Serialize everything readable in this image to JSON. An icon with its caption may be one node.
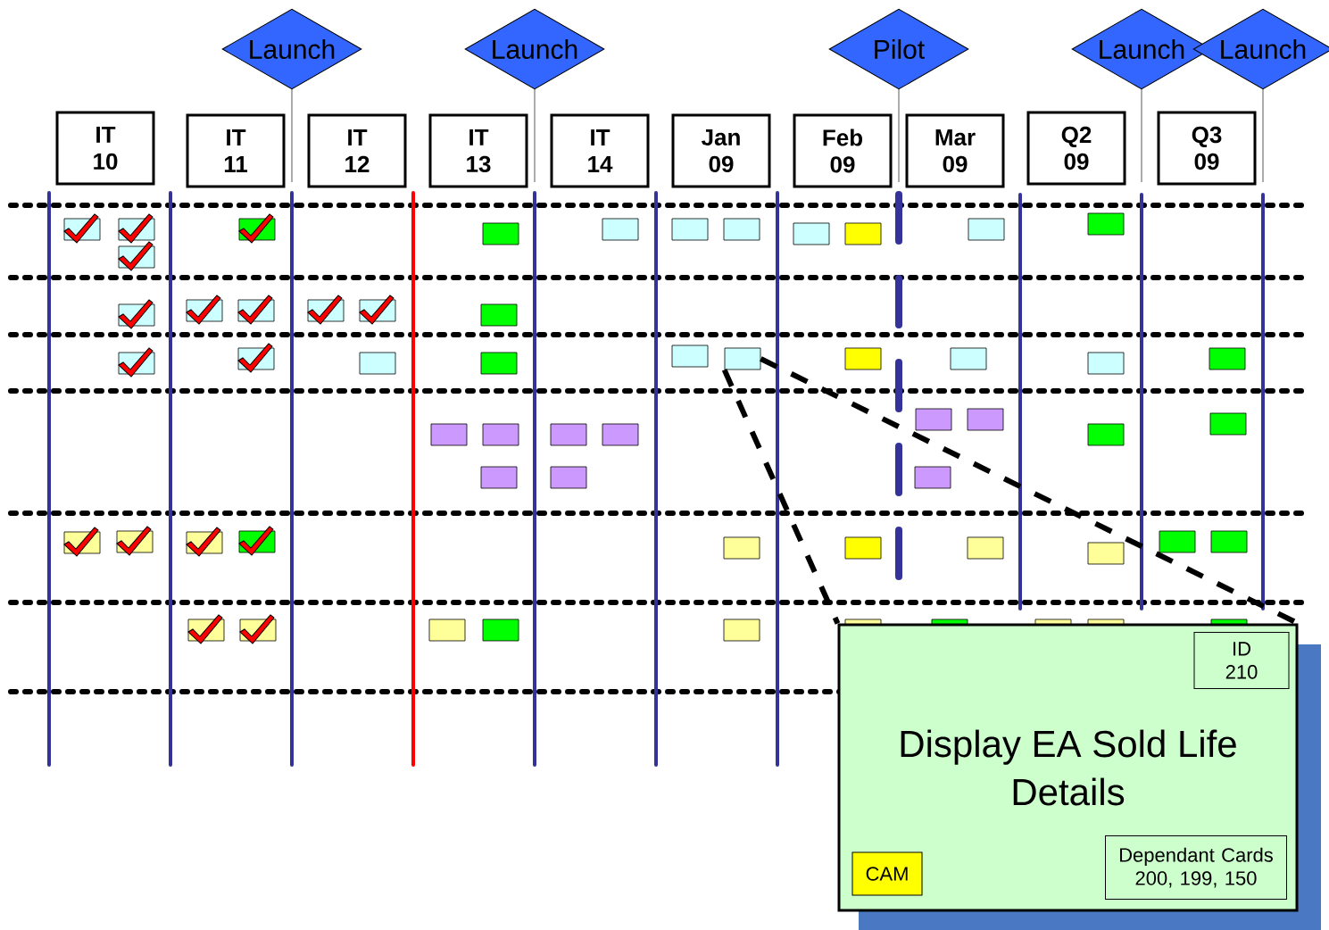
{
  "diagram": {
    "nodes": [
      {
        "text": [
          "Launch"
        ]
      },
      {
        "text": [
          "Launch"
        ]
      },
      {
        "text": [
          "Pilot"
        ]
      },
      {
        "text": [
          "Launch"
        ]
      },
      {
        "text": [
          "Launch"
        ]
      },
      {
        "text": [
          "IT 10"
        ]
      },
      {
        "text": [
          "IT 11"
        ]
      },
      {
        "text": [
          "IT 12"
        ]
      },
      {
        "text": [
          "IT 13"
        ]
      },
      {
        "text": [
          "IT 14"
        ]
      },
      {
        "text": [
          "Jan 09"
        ]
      },
      {
        "text": [
          "Feb 09"
        ]
      },
      {
        "text": [
          "Mar 09"
        ]
      },
      {
        "text": [
          "Q2 09"
        ]
      },
      {
        "text": [
          "Q3 09"
        ]
      },
      {
        "text": [],
        "shape": "box"
      },
      {
        "text": [],
        "shape": "box"
      },
      {
        "text": [],
        "shape": "box"
      },
      {
        "text": [],
        "shape": "box"
      },
      {
        "text": [],
        "shape": "box"
      },
      {
        "text": [],
        "shape": "box"
      },
      {
        "text": [],
        "shape": "box"
      },
      {
        "text": [],
        "shape": "box"
      },
      {
        "text": [],
        "shape": "box"
      },
      {
        "text": [],
        "shape": "box"
      },
      {
        "text": [],
        "shape": "box"
      },
      {
        "text": [],
        "shape": "box"
      },
      {
        "text": [],
        "shape": "box"
      },
      {
        "text": [],
        "shape": "box"
      },
      {
        "text": [],
        "shape": "box"
      },
      {
        "text": [],
        "shape": "box"
      },
      {
        "text": [],
        "shape": "box"
      },
      {
        "text": [],
        "shape": "box"
      },
      {
        "text": [],
        "shape": "box"
      },
      {
        "text": [],
        "shape": "box"
      },
      {
        "text": [],
        "shape": "box"
      },
      {
        "text": [],
        "shape": "box"
      },
      {
        "text": [],
        "shape": "box"
      },
      {
        "text": [],
        "shape": "box"
      },
      {
        "text": [],
        "shape": "box"
      },
      {
        "text": [],
        "shape": "box"
      },
      {
        "text": [],
        "shape": "box"
      },
      {
        "text": [],
        "shape": "box"
      },
      {
        "text": [],
        "shape": "box"
      },
      {
        "text": [],
        "shape": "box"
      },
      {
        "text": [],
        "shape": "box"
      },
      {
        "text": [],
        "shape": "box"
      },
      {
        "text": [],
        "shape": "box"
      },
      {
        "text": [],
        "shape": "box"
      },
      {
        "text": [],
        "shape": "box"
      },
      {
        "text": [],
        "shape": "box"
      },
      {
        "text": [],
        "shape": "box"
      },
      {
        "text": [],
        "shape": "box"
      },
      {
        "text": [],
        "shape": "box"
      },
      {
        "text": [],
        "shape": "box"
      },
      {
        "text": [],
        "shape": "box"
      },
      {
        "text": [],
        "shape": "box"
      },
      {
        "text": [],
        "shape": "box"
      },
      {
        "text": [],
        "shape": "box"
      },
      {
        "text": [],
        "shape": "box"
      },
      {
        "text": [],
        "shape": "box"
      },
      {
        "text": [],
        "shape": "box"
      },
      {
        "text": [],
        "shape": "box"
      },
      {
        "text": [],
        "shape": "box"
      },
      {
        "text": [],
        "shape": "box"
      },
      {
        "text": [],
        "shape": "box"
      },
      {
        "text": [],
        "shape": "box"
      },
      {
        "text": [],
        "shape": "box"
      },
      {
        "text": [],
        "shape": "box"
      },
      {
        "text": [],
        "shape": "box"
      },
      {
        "text": [],
        "shape": "box"
      },
      {
        "text": [],
        "shape": "box"
      },
      {
        "text": [],
        "shape": "box"
      },
      {
        "text": [],
        "shape": "box"
      },
      {
        "text": [
          "Display EA Sold Life Details"
        ]
      },
      {
        "text": [
          "ID 210"
        ],
        "in": 74
      },
      {
        "text": [
          "Dependant Cards 200, 199, 150"
        ],
        "in": 74
      },
      {
        "text": [
          "CAM"
        ],
        "in": 74
      }
    ],
    "edges": [
      {
        "from": 38,
        "to": 74,
        "arrow": "none",
        "style": "dashed"
      },
      {
        "from": 38,
        "to": 74,
        "arrow": "none",
        "style": "dashed"
      }
    ]
  }
}
